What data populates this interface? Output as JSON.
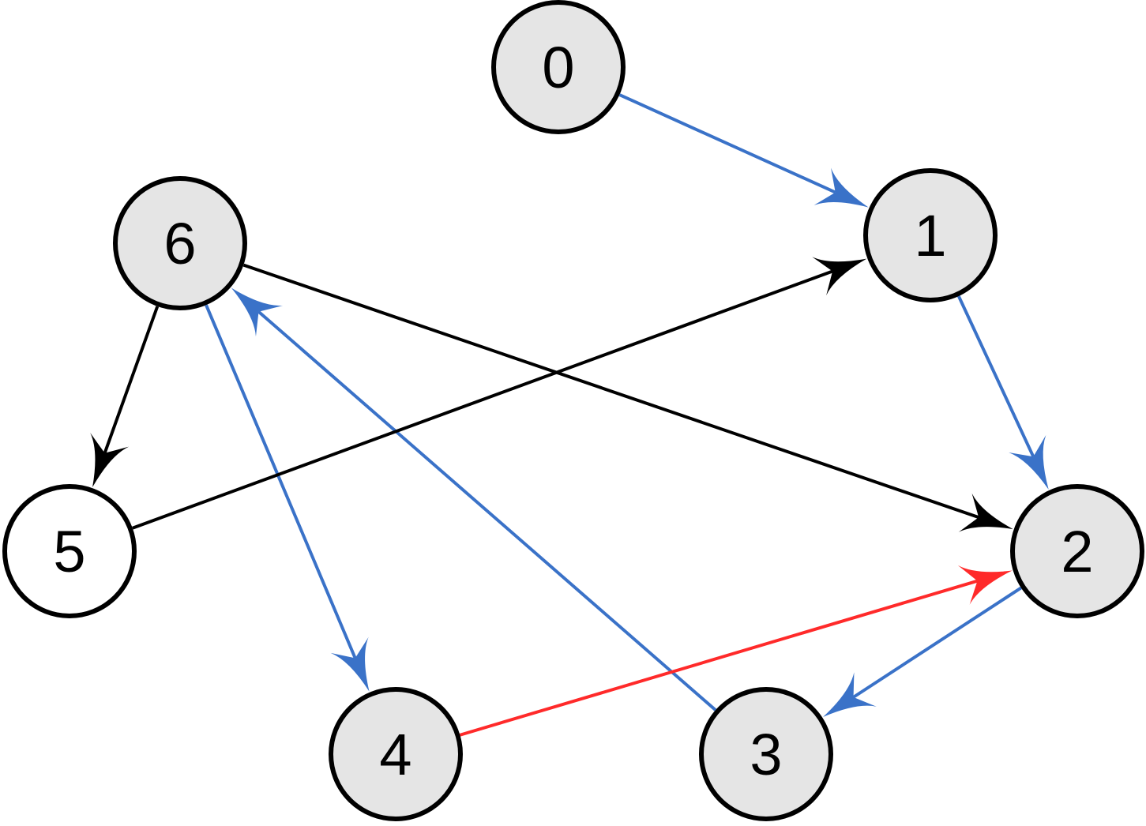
{
  "colors": {
    "node_fill_visited": "#e5e5e5",
    "node_fill_unvisited": "#ffffff",
    "node_stroke": "#000000",
    "edge_black": "#000000",
    "edge_blue": "#3a72c8",
    "edge_red": "#ff2a2a"
  },
  "nodes": [
    {
      "id": "0",
      "label": "0",
      "visited": true
    },
    {
      "id": "1",
      "label": "1",
      "visited": true
    },
    {
      "id": "2",
      "label": "2",
      "visited": true
    },
    {
      "id": "3",
      "label": "3",
      "visited": true
    },
    {
      "id": "4",
      "label": "4",
      "visited": true
    },
    {
      "id": "5",
      "label": "5",
      "visited": false
    },
    {
      "id": "6",
      "label": "6",
      "visited": true
    }
  ],
  "edges": [
    {
      "from": "0",
      "to": "1",
      "color": "blue"
    },
    {
      "from": "1",
      "to": "2",
      "color": "blue"
    },
    {
      "from": "2",
      "to": "3",
      "color": "blue"
    },
    {
      "from": "3",
      "to": "6",
      "color": "blue"
    },
    {
      "from": "6",
      "to": "4",
      "color": "blue"
    },
    {
      "from": "6",
      "to": "5",
      "color": "black"
    },
    {
      "from": "6",
      "to": "2",
      "color": "black"
    },
    {
      "from": "5",
      "to": "1",
      "color": "black"
    },
    {
      "from": "4",
      "to": "2",
      "color": "red"
    }
  ]
}
